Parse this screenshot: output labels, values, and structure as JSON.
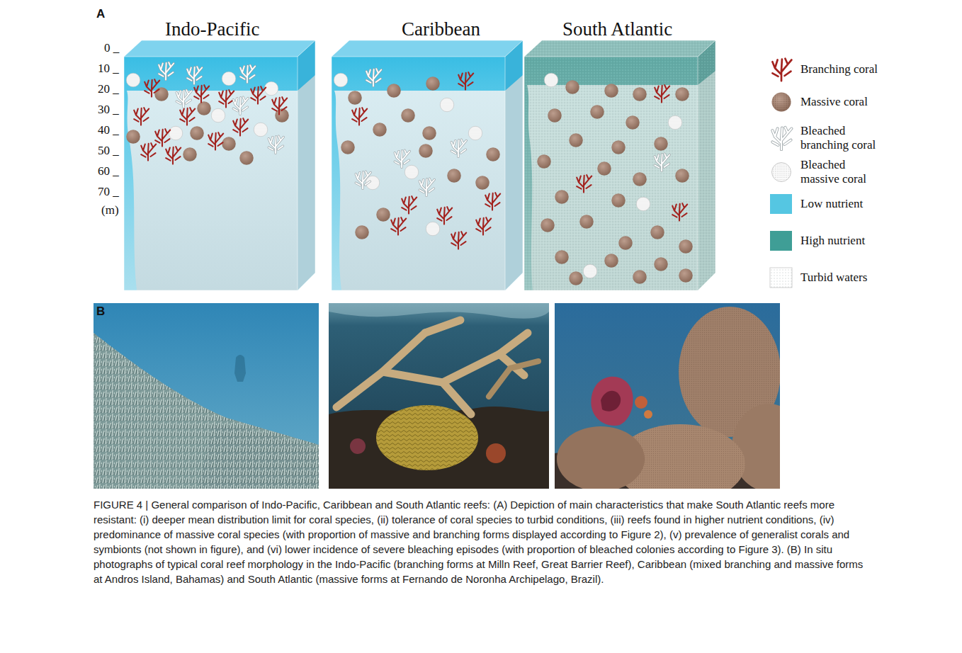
{
  "diagram": {
    "caption": "FIGURE 4 | General comparison of Indo-Pacific, Caribbean and South Atlantic reefs: (A) Depiction of main characteristics that make South Atlantic reefs more resistant: (i) deeper mean distribution limit for coral species, (ii) tolerance of coral species to turbid conditions, (iii) reefs found in higher nutrient conditions, (iv) predominance of massive coral species (with proportion of massive and branching forms displayed according to Figure 2), (v) prevalence of generalist corals and symbionts (not shown in figure), and (vi) lower incidence of severe bleaching episodes (with proportion of bleached colonies according to Figure 3). (B) In situ photographs of typical coral reef morphology in the Indo-Pacific (branching forms at Milln Reef, Great Barrier Reef), Caribbean (mixed branching and massive forms at Andros Island, Bahamas) and South Atlantic (massive forms at Fernando de Noronha Archipelago, Brazil).",
    "labels": [
      "A",
      "Indo-Pacific",
      "Caribbean",
      "South Atlantic",
      "0 _",
      "10 _",
      "20 _",
      "30 _",
      "40 _",
      "50 _",
      "60 _",
      "70 _",
      "(m)",
      "B"
    ],
    "legend": [
      {
        "text": "Branching coral"
      },
      {
        "text": "Massive coral"
      },
      {
        "text": "Bleached branching coral"
      },
      {
        "text": "Bleached massive coral"
      },
      {
        "text": "Low nutrient",
        "color": "#55c6e2"
      },
      {
        "text": "High nutrient",
        "color": "#3f9e96"
      },
      {
        "text": "Turbid waters"
      }
    ]
  }
}
